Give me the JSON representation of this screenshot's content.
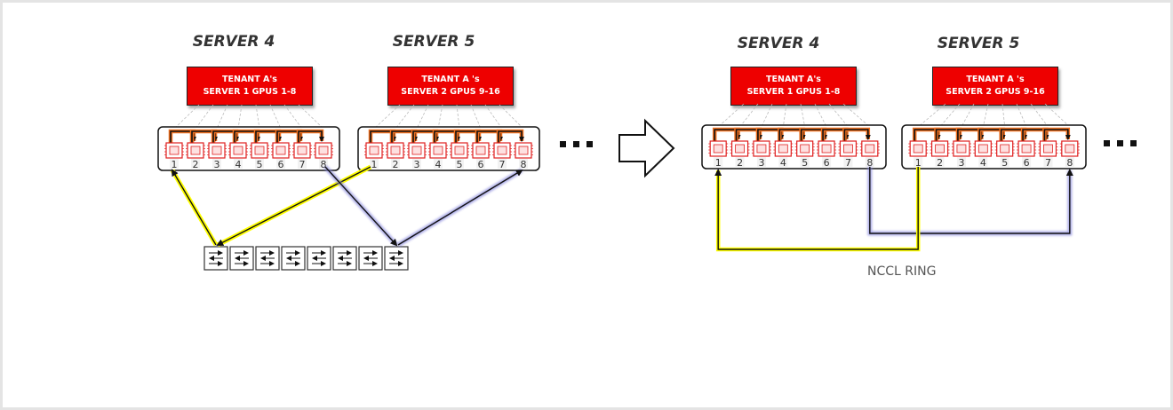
{
  "left_panel": {
    "servers": [
      {
        "title": "SERVER 4",
        "tenant_line1": "TENANT A's",
        "tenant_line2": "SERVER 1 GPUS 1-8"
      },
      {
        "title": "SERVER 5",
        "tenant_line1": "TENANT A 's",
        "tenant_line2": "SERVER 2 GPUS 9-16"
      }
    ],
    "gpu_labels": [
      "1",
      "2",
      "3",
      "4",
      "5",
      "6",
      "7",
      "8"
    ],
    "switch_count": 8,
    "icons": {
      "switch": "network-switch-icon",
      "gpu": "gpu-chip-icon"
    }
  },
  "transition_arrow": "right-arrow-icon",
  "right_panel": {
    "servers": [
      {
        "title": "SERVER 4",
        "tenant_line1": "TENANT A's",
        "tenant_line2": "SERVER 1 GPUS 1-8"
      },
      {
        "title": "SERVER 5",
        "tenant_line1": "TENANT A 's",
        "tenant_line2": "SERVER 2 GPUS 9-16"
      }
    ],
    "gpu_labels": [
      "1",
      "2",
      "3",
      "4",
      "5",
      "6",
      "7",
      "8"
    ],
    "caption": "NCCL RING"
  },
  "colors": {
    "tenant_box": "#ee0000",
    "gpu_chip": "#e02020",
    "intra_link": "#f07020",
    "yellow_path": "#ffff00",
    "blue_path": "#8888dd",
    "frame": "#e4e4e4"
  }
}
